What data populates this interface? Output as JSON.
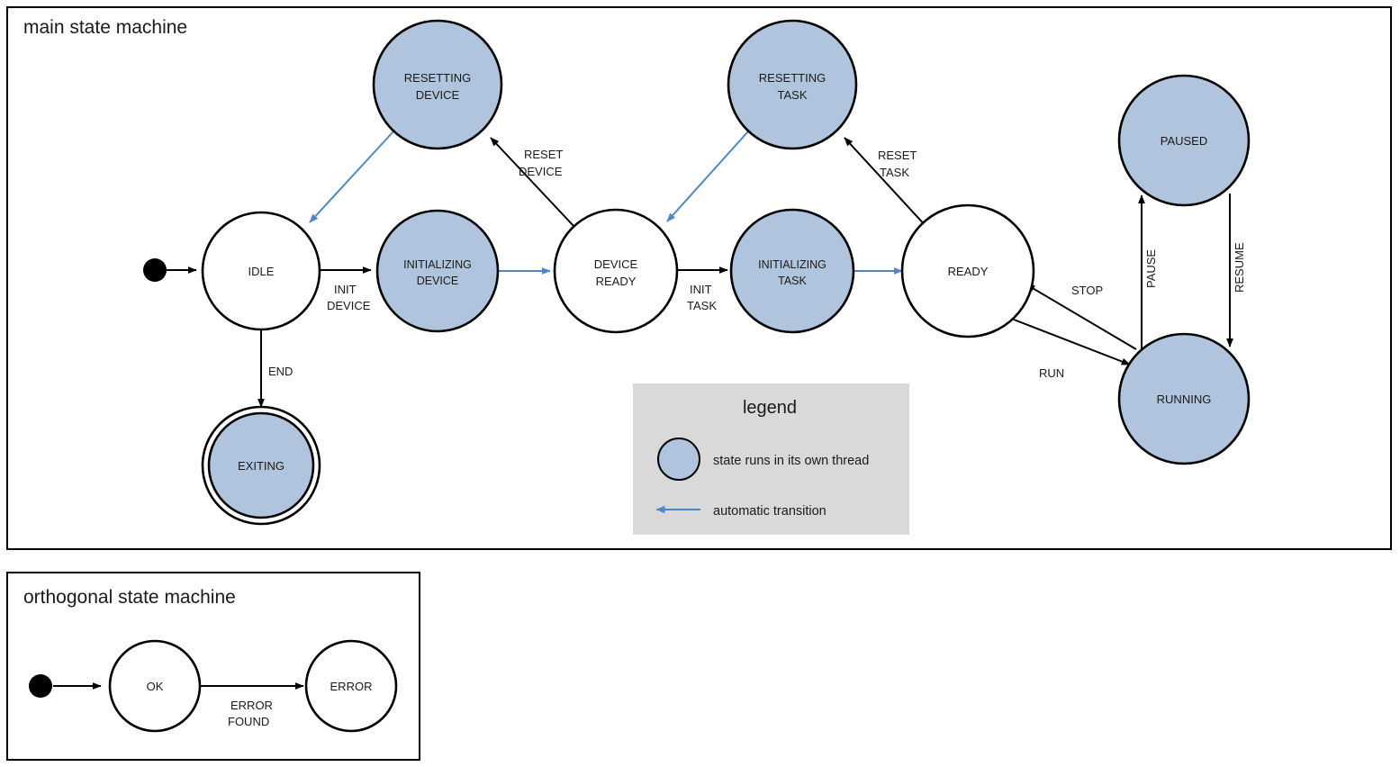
{
  "colors": {
    "thread_state_fill": "#b0c4de",
    "plain_state_fill": "#ffffff",
    "stroke": "#000000",
    "auto_transition": "#4d88c4",
    "legend_background": "#d9d9d9",
    "page_background": "#ffffff"
  },
  "main": {
    "title": "main state machine",
    "states": [
      {
        "id": "idle",
        "label_line1": "IDLE",
        "label_line2": "",
        "thread": false,
        "final": false
      },
      {
        "id": "resetting-device",
        "label_line1": "RESETTING",
        "label_line2": "DEVICE",
        "thread": true,
        "final": false
      },
      {
        "id": "initializing-device",
        "label_line1": "INITIALIZING",
        "label_line2": "DEVICE",
        "thread": true,
        "final": false
      },
      {
        "id": "device-ready",
        "label_line1": "DEVICE",
        "label_line2": "READY",
        "thread": false,
        "final": false
      },
      {
        "id": "resetting-task",
        "label_line1": "RESETTING",
        "label_line2": "TASK",
        "thread": true,
        "final": false
      },
      {
        "id": "initializing-task",
        "label_line1": "INITIALIZING",
        "label_line2": "TASK",
        "thread": true,
        "final": false
      },
      {
        "id": "ready",
        "label_line1": "READY",
        "label_line2": "",
        "thread": false,
        "final": false
      },
      {
        "id": "paused",
        "label_line1": "PAUSED",
        "label_line2": "",
        "thread": true,
        "final": false
      },
      {
        "id": "running",
        "label_line1": "RUNNING",
        "label_line2": "",
        "thread": true,
        "final": false
      },
      {
        "id": "exiting",
        "label_line1": "EXITING",
        "label_line2": "",
        "thread": true,
        "final": true
      }
    ],
    "transitions": [
      {
        "id": "start-idle",
        "from": "initial",
        "to": "idle",
        "label_line1": "",
        "label_line2": "",
        "automatic": false
      },
      {
        "id": "idle-init-device",
        "from": "idle",
        "to": "initializing-device",
        "label_line1": "INIT",
        "label_line2": "DEVICE",
        "automatic": false
      },
      {
        "id": "idle-end",
        "from": "idle",
        "to": "exiting",
        "label_line1": "END",
        "label_line2": "",
        "automatic": false
      },
      {
        "id": "initdev-devready",
        "from": "initializing-device",
        "to": "device-ready",
        "label_line1": "",
        "label_line2": "",
        "automatic": true
      },
      {
        "id": "devready-reset-dev",
        "from": "device-ready",
        "to": "resetting-device",
        "label_line1": "RESET",
        "label_line2": "DEVICE",
        "automatic": false
      },
      {
        "id": "resetdev-idle",
        "from": "resetting-device",
        "to": "idle",
        "label_line1": "",
        "label_line2": "",
        "automatic": true
      },
      {
        "id": "devready-init-task",
        "from": "device-ready",
        "to": "initializing-task",
        "label_line1": "INIT",
        "label_line2": "TASK",
        "automatic": false
      },
      {
        "id": "inittask-ready",
        "from": "initializing-task",
        "to": "ready",
        "label_line1": "",
        "label_line2": "",
        "automatic": true
      },
      {
        "id": "ready-reset-task",
        "from": "ready",
        "to": "resetting-task",
        "label_line1": "RESET",
        "label_line2": "TASK",
        "automatic": false
      },
      {
        "id": "resettask-devready",
        "from": "resetting-task",
        "to": "device-ready",
        "label_line1": "",
        "label_line2": "",
        "automatic": true
      },
      {
        "id": "ready-run",
        "from": "ready",
        "to": "running",
        "label_line1": "RUN",
        "label_line2": "",
        "automatic": false
      },
      {
        "id": "running-stop",
        "from": "running",
        "to": "ready",
        "label_line1": "STOP",
        "label_line2": "",
        "automatic": false
      },
      {
        "id": "running-pause",
        "from": "running",
        "to": "paused",
        "label_line1": "PAUSE",
        "label_line2": "",
        "automatic": false
      },
      {
        "id": "paused-resume",
        "from": "paused",
        "to": "running",
        "label_line1": "RESUME",
        "label_line2": "",
        "automatic": false
      }
    ]
  },
  "legend": {
    "title": "legend",
    "thread_text": "state runs in its own thread",
    "auto_text": "automatic transition"
  },
  "orthogonal": {
    "title": "orthogonal state machine",
    "states": [
      {
        "id": "ok",
        "label_line1": "OK",
        "label_line2": "",
        "thread": false,
        "final": false
      },
      {
        "id": "error",
        "label_line1": "ERROR",
        "label_line2": "",
        "thread": false,
        "final": false
      }
    ],
    "transitions": [
      {
        "id": "start-ok",
        "from": "initial",
        "to": "ok",
        "label_line1": "",
        "label_line2": "",
        "automatic": false
      },
      {
        "id": "ok-error",
        "from": "ok",
        "to": "error",
        "label_line1": "ERROR",
        "label_line2": "FOUND",
        "automatic": false
      }
    ]
  }
}
